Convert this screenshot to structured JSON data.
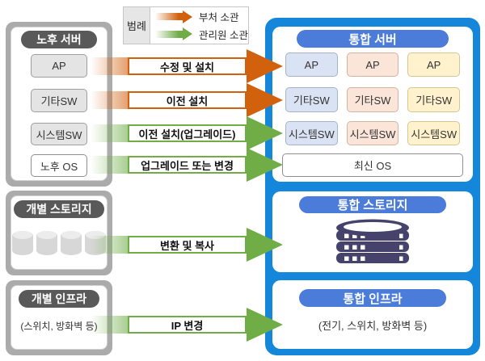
{
  "legend": {
    "title": "범례",
    "items": [
      {
        "label": "부처 소관",
        "owner": "ministry",
        "color": "#D2610E"
      },
      {
        "label": "관리원 소관",
        "owner": "agency",
        "color": "#70AD47"
      }
    ]
  },
  "left_column": {
    "server": {
      "title": "노후 서버",
      "items": [
        "AP",
        "기타SW",
        "시스템SW",
        "노후 OS"
      ]
    },
    "storage": {
      "title": "개별 스토리지",
      "cylinder_count": 4
    },
    "infra": {
      "title": "개별 인프라",
      "subtitle": "(스위치, 방화벽 등)"
    }
  },
  "right_column": {
    "server": {
      "title": "통합 서버",
      "grid": [
        [
          "AP",
          "AP",
          "AP"
        ],
        [
          "기타SW",
          "기타SW",
          "기타SW"
        ],
        [
          "시스템SW",
          "시스템SW",
          "시스템SW"
        ]
      ],
      "os": "최신 OS"
    },
    "storage": {
      "title": "통합 스토리지",
      "icon": "database-icon"
    },
    "infra": {
      "title": "통합 인프라",
      "subtitle": "(전기, 스위치, 방화벽 등)"
    }
  },
  "arrows": [
    {
      "label": "수정 및 설치",
      "owner": "orange"
    },
    {
      "label": "이전 설치",
      "owner": "orange"
    },
    {
      "label": "이전 설치(업그레이드)",
      "owner": "green"
    },
    {
      "label": "업그레이드 또는 변경",
      "owner": "green"
    },
    {
      "label": "변환 및 복사",
      "owner": "green"
    },
    {
      "label": "IP 변경",
      "owner": "green"
    }
  ],
  "colors": {
    "orange": "#D2610E",
    "green": "#70AD47",
    "azure": "#1487DB",
    "pill_blue": "#4B7CD9",
    "pill_gray": "#595959",
    "container_gray": "#ABABAB",
    "box_blue": "#DAE3F3",
    "box_peach": "#FBE5D8",
    "box_yellow": "#FFF2CC",
    "db_navy": "#45426B"
  }
}
